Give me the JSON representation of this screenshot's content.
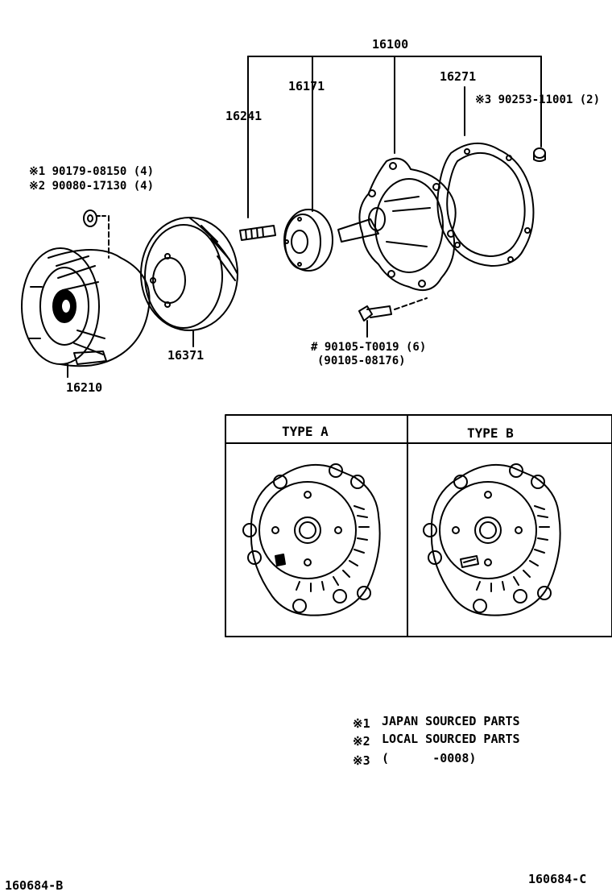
{
  "parts": {
    "water_pump_assy": "16100",
    "gasket": "16271",
    "seal_ring": "16171",
    "stud": "16241",
    "fan_coupling": "16210",
    "pulley": "16371"
  },
  "callouts": {
    "bolt_note": "※3 90253-11001 (2)",
    "nut_note_1": "※1 90179-08150 (4)",
    "nut_note_2": "※2 90080-17130 (4)",
    "bolt_primary": "# 90105-T0019 (6)",
    "bolt_alt": "(90105-08176)"
  },
  "types": {
    "type_a_label": "TYPE A",
    "type_b_label": "TYPE B"
  },
  "legend": [
    {
      "mark": "※1",
      "text": "JAPAN SOURCED PARTS"
    },
    {
      "mark": "※2",
      "text": "LOCAL SOURCED PARTS"
    },
    {
      "mark": "※3",
      "text": "(      -0008)"
    }
  ],
  "footer": {
    "left_code": "160684-B",
    "right_code": "160684-C"
  }
}
